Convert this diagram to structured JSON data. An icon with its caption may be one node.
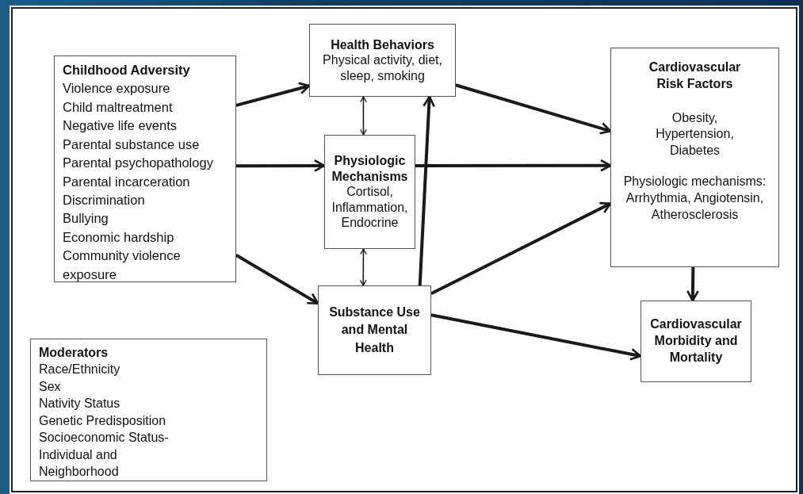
{
  "diagram": {
    "nodes": [
      {
        "text": [
          "Childhood Adversity",
          "Violence exposure",
          "Child maltreatment",
          "Negative life events",
          "Parental substance use",
          "Parental psychopathology",
          "Parental incarceration",
          "Discrimination",
          "Bullying",
          "Economic hardship",
          "Community violence exposure"
        ]
      },
      {
        "text": [
          "Health Behaviors",
          "Physical activity, diet, sleep, smoking"
        ]
      },
      {
        "text": [
          "Physiologic Mechanisms",
          "Cortisol, Inflammation, Endocrine"
        ]
      },
      {
        "text": [
          "Substance Use and Mental Health"
        ]
      },
      {
        "text": [
          "Cardiovascular Risk Factors",
          "Obesity, Hypertension, Diabetes",
          "Physiologic mechanisms: Arrhythmia, Angiotensin, Atherosclerosis"
        ]
      },
      {
        "text": [
          "Cardiovascular Morbidity and Mortality"
        ]
      },
      {
        "text": [
          "Moderators",
          "Race/Ethnicity",
          "Sex",
          "Nativity Status",
          "Genetic Predisposition",
          "Socioeconomic Status- Individual and Neighborhood"
        ]
      }
    ],
    "edges": [
      {
        "from": 0,
        "to": 1,
        "arrow": "to"
      },
      {
        "from": 0,
        "to": 2,
        "arrow": "to"
      },
      {
        "from": 0,
        "to": 3,
        "arrow": "to"
      },
      {
        "from": 1,
        "to": 2,
        "arrow": "both"
      },
      {
        "from": 2,
        "to": 3,
        "arrow": "both"
      },
      {
        "from": 3,
        "to": 1,
        "arrow": "to"
      },
      {
        "from": 1,
        "to": 4,
        "arrow": "to"
      },
      {
        "from": 2,
        "to": 4,
        "arrow": "to"
      },
      {
        "from": 3,
        "to": 4,
        "arrow": "to"
      },
      {
        "from": 3,
        "to": 5,
        "arrow": "to"
      },
      {
        "from": 4,
        "to": 5,
        "arrow": "to"
      }
    ]
  }
}
